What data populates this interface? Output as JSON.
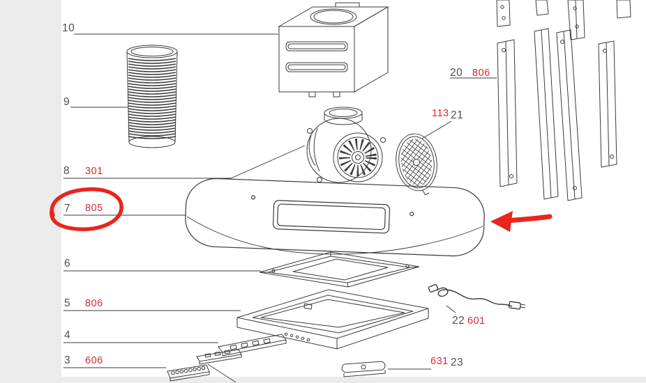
{
  "diagram": {
    "kind": "exploded-parts-diagram"
  },
  "labels": [
    {
      "text": "10"
    },
    {
      "text": "9"
    },
    {
      "text": "8"
    },
    {
      "text": "301"
    },
    {
      "text": "7"
    },
    {
      "text": "805"
    },
    {
      "text": "6"
    },
    {
      "text": "5"
    },
    {
      "text": "806"
    },
    {
      "text": "4"
    },
    {
      "text": "3"
    },
    {
      "text": "606"
    },
    {
      "text": "20"
    },
    {
      "text": "806"
    },
    {
      "text": "113"
    },
    {
      "text": "21"
    },
    {
      "text": "22"
    },
    {
      "text": "601"
    },
    {
      "text": "631"
    },
    {
      "text": "23"
    }
  ],
  "annotations": [
    {
      "type": "hand-drawn-ellipse",
      "highlights": "7 805"
    },
    {
      "type": "hand-drawn-arrow",
      "direction": "left"
    }
  ],
  "colors": {
    "line": "#3a3a3a",
    "label_gray": "#4f4f4f",
    "code_red": "#d7282f",
    "annotation_red": "#e8251f",
    "margin_gray": "#ebebeb",
    "paper": "#ffffff"
  }
}
